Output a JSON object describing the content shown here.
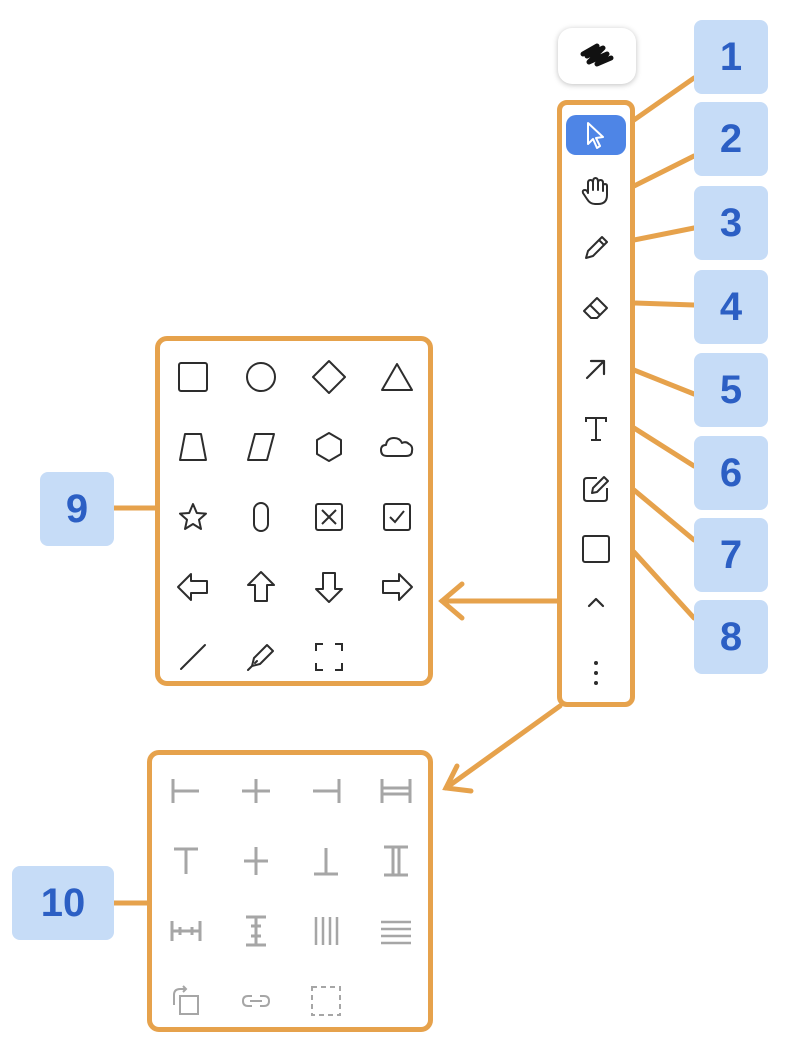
{
  "badges": {
    "b1": "1",
    "b2": "2",
    "b3": "3",
    "b4": "4",
    "b5": "5",
    "b6": "6",
    "b7": "7",
    "b8": "8",
    "b9": "9",
    "b10": "10"
  },
  "toolbar": {
    "logo_icon": "tldraw-squiggle-logo-icon",
    "tools": [
      {
        "name": "select-tool",
        "icon": "cursor-arrow-icon",
        "selected": true
      },
      {
        "name": "hand-tool",
        "icon": "hand-icon"
      },
      {
        "name": "draw-tool",
        "icon": "pencil-icon"
      },
      {
        "name": "eraser-tool",
        "icon": "eraser-icon"
      },
      {
        "name": "arrow-tool",
        "icon": "arrow-up-right-icon"
      },
      {
        "name": "text-tool",
        "icon": "text-icon"
      },
      {
        "name": "note-tool",
        "icon": "note-icon"
      },
      {
        "name": "rectangle-tool",
        "icon": "rectangle-icon"
      },
      {
        "name": "expand-tool",
        "icon": "chevron-up-icon"
      },
      {
        "name": "more-tool",
        "icon": "more-vertical-icon"
      }
    ]
  },
  "shapes_panel": {
    "items": [
      "rectangle-icon",
      "ellipse-icon",
      "diamond-icon",
      "triangle-icon",
      "trapezoid-icon",
      "rhombus-icon",
      "hexagon-icon",
      "cloud-icon",
      "star-icon",
      "oval-icon",
      "x-box-icon",
      "check-box-icon",
      "arrow-left-icon",
      "arrow-up-icon",
      "arrow-down-icon",
      "arrow-right-icon",
      "line-icon",
      "highlighter-icon",
      "frame-icon"
    ]
  },
  "align_panel": {
    "items": [
      "align-left-icon",
      "align-center-horizontal-icon",
      "align-right-icon",
      "stretch-horizontal-icon",
      "align-top-icon",
      "align-center-vertical-icon",
      "align-bottom-icon",
      "stretch-vertical-icon",
      "distribute-horizontal-icon",
      "distribute-vertical-icon",
      "stack-horizontal-icon",
      "stack-vertical-icon",
      "rotate-icon",
      "link-icon",
      "group-select-icon"
    ],
    "disabled": true
  },
  "colors": {
    "accent": "#e6a24c",
    "badge_bg": "#c6dcf7",
    "badge_text": "#2c5fc4",
    "selected_tool": "#4e85e6",
    "icon": "#2d2d2d",
    "disabled_icon": "#a6a6a6"
  }
}
